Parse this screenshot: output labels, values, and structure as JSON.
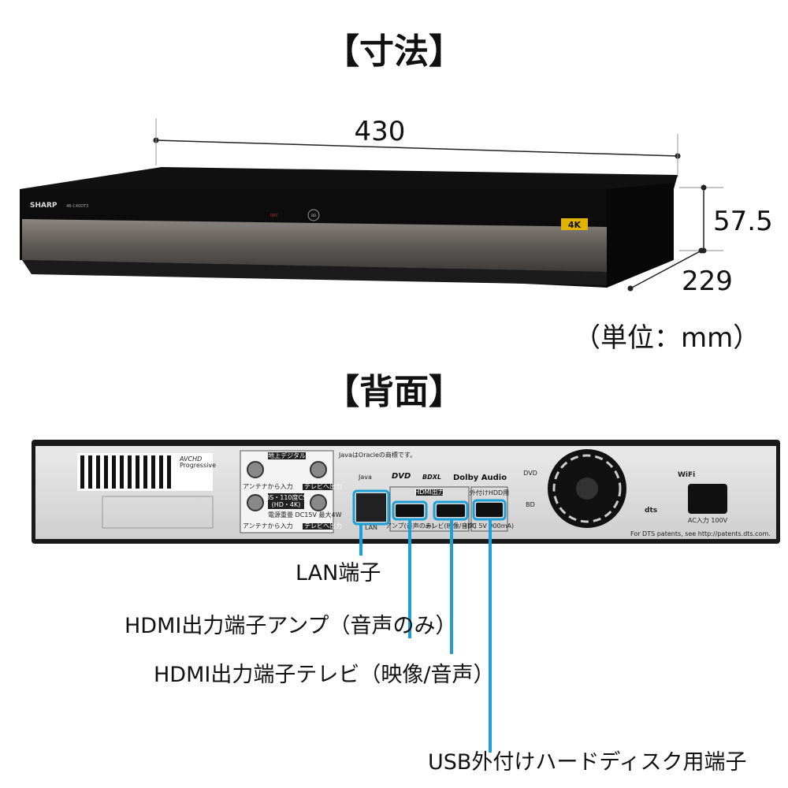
{
  "titles": {
    "dimensions": "【寸法】",
    "rear": "【背面】"
  },
  "dimensions": {
    "width": "430",
    "height": "57.5",
    "depth": "229",
    "unit_note": "（単位：mm）"
  },
  "front": {
    "brand": "SHARP",
    "model": "4B-C40DT3",
    "badge_4k": "4K",
    "rec_label": "REC",
    "bd_button": "BD"
  },
  "rear": {
    "avchd": "AVCHD",
    "avchd_sub": "Progressive",
    "terrestrial": "地上デジタル",
    "bs_cs": "BS・110度CS",
    "bs_cs_sub": "(HD・4K)",
    "antenna_in": "アンテナから入力",
    "tv_out": "テレビへ出力",
    "power_note": "電源重畳 DC15V 最大4W",
    "java_note": "JavaはOracleの商標です。",
    "java": "Java",
    "dvd_logo": "DVD",
    "bdxl": "BDXL",
    "dolby": "Dolby Audio",
    "hdmi_out": "HDMI出力",
    "lan": "LAN",
    "hdmi_amp": "アンプ(音声のみ)",
    "hdmi_tv": "テレビ(映像/音声)",
    "usb_hdd": "外付けHDD用",
    "usb_power": "(DC 5V 900mA)",
    "dvd_region": "DVD",
    "bd_region": "BD",
    "wifi": "WiFi",
    "dts": "dts",
    "ac_in": "AC入力 100V",
    "dts_patents": "For DTS patents, see http://patents.dts.com."
  },
  "callouts": {
    "lan": "LAN端子",
    "hdmi_amp": "HDMI出力端子アンプ（音声のみ）",
    "hdmi_tv": "HDMI出力端子テレビ（映像/音声）",
    "usb": "USB外付けハードディスク用端子"
  },
  "colors": {
    "callout": "#1e9fd8",
    "badge_4k": "#e0b300"
  }
}
